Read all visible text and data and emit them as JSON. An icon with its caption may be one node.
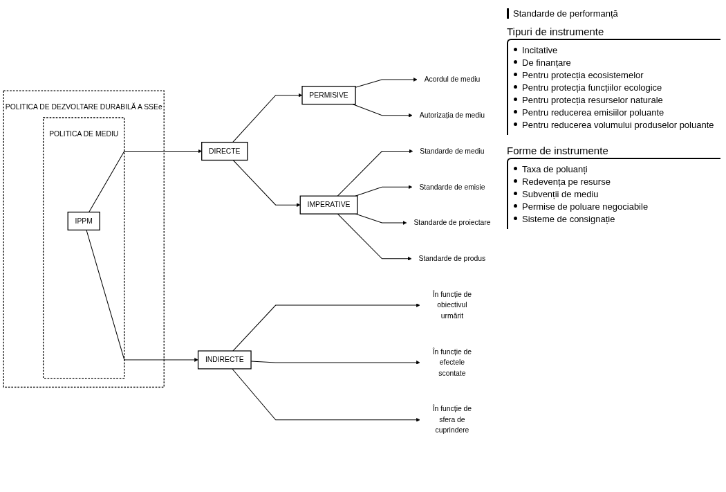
{
  "diagram": {
    "nodes": [
      {
        "text": [
          "POLITICA DE DEZVOLTARE DURABILĂ A SSEe"
        ]
      },
      {
        "text": [
          "POLITICA DE MEDIU"
        ],
        "in": 0
      },
      {
        "text": [
          "IPPM"
        ],
        "in": 1
      },
      {
        "text": [
          "DIRECTE"
        ]
      },
      {
        "text": [
          "INDIRECTE"
        ]
      },
      {
        "text": [
          "PERMISIVE"
        ]
      },
      {
        "text": [
          "IMPERATIVE"
        ]
      },
      {
        "text": [
          "Acordul de mediu"
        ]
      },
      {
        "text": [
          "Autorizația de mediu"
        ]
      },
      {
        "text": [
          "Standarde de mediu"
        ]
      },
      {
        "text": [
          "Standarde de emisie"
        ]
      },
      {
        "text": [
          "Standarde de proiectare"
        ]
      },
      {
        "text": [
          "Standarde de produs"
        ]
      },
      {
        "text": [
          "În funcție de obiectivul urmărit"
        ]
      },
      {
        "text": [
          "În funcție de efectele scontate"
        ]
      },
      {
        "text": [
          "În funcție de sfera de cuprindere"
        ]
      }
    ],
    "edges": [
      {
        "from": 2,
        "to": 3,
        "arrow": "to"
      },
      {
        "from": 2,
        "to": 4,
        "arrow": "to"
      },
      {
        "from": 3,
        "to": 5,
        "arrow": "to"
      },
      {
        "from": 3,
        "to": 6,
        "arrow": "to"
      },
      {
        "from": 5,
        "to": 7,
        "arrow": "to"
      },
      {
        "from": 5,
        "to": 8,
        "arrow": "to"
      },
      {
        "from": 6,
        "to": 9,
        "arrow": "to"
      },
      {
        "from": 6,
        "to": 10,
        "arrow": "to"
      },
      {
        "from": 6,
        "to": 11,
        "arrow": "to"
      },
      {
        "from": 6,
        "to": 12,
        "arrow": "to"
      },
      {
        "from": 4,
        "to": 13,
        "arrow": "to"
      },
      {
        "from": 4,
        "to": 14,
        "arrow": "to"
      },
      {
        "from": 4,
        "to": 15,
        "arrow": "to"
      }
    ],
    "labels": [
      "Standarde de performanță",
      "Tipuri de instrumente",
      "Forme de instrumente",
      "Incitative",
      "De finanțare",
      "Pentru protecția ecosistemelor",
      "Pentru protecția funcțiilor ecologice",
      "Pentru protecția resurselor naturale",
      "Pentru reducerea emisiilor poluante",
      "Pentru reducerea volumului produselor poluante",
      "Taxa de poluanți",
      "Redevența pe resurse",
      "Subvenții de mediu",
      "Permise de poluare negociabile",
      "Sisteme de consignație"
    ]
  }
}
